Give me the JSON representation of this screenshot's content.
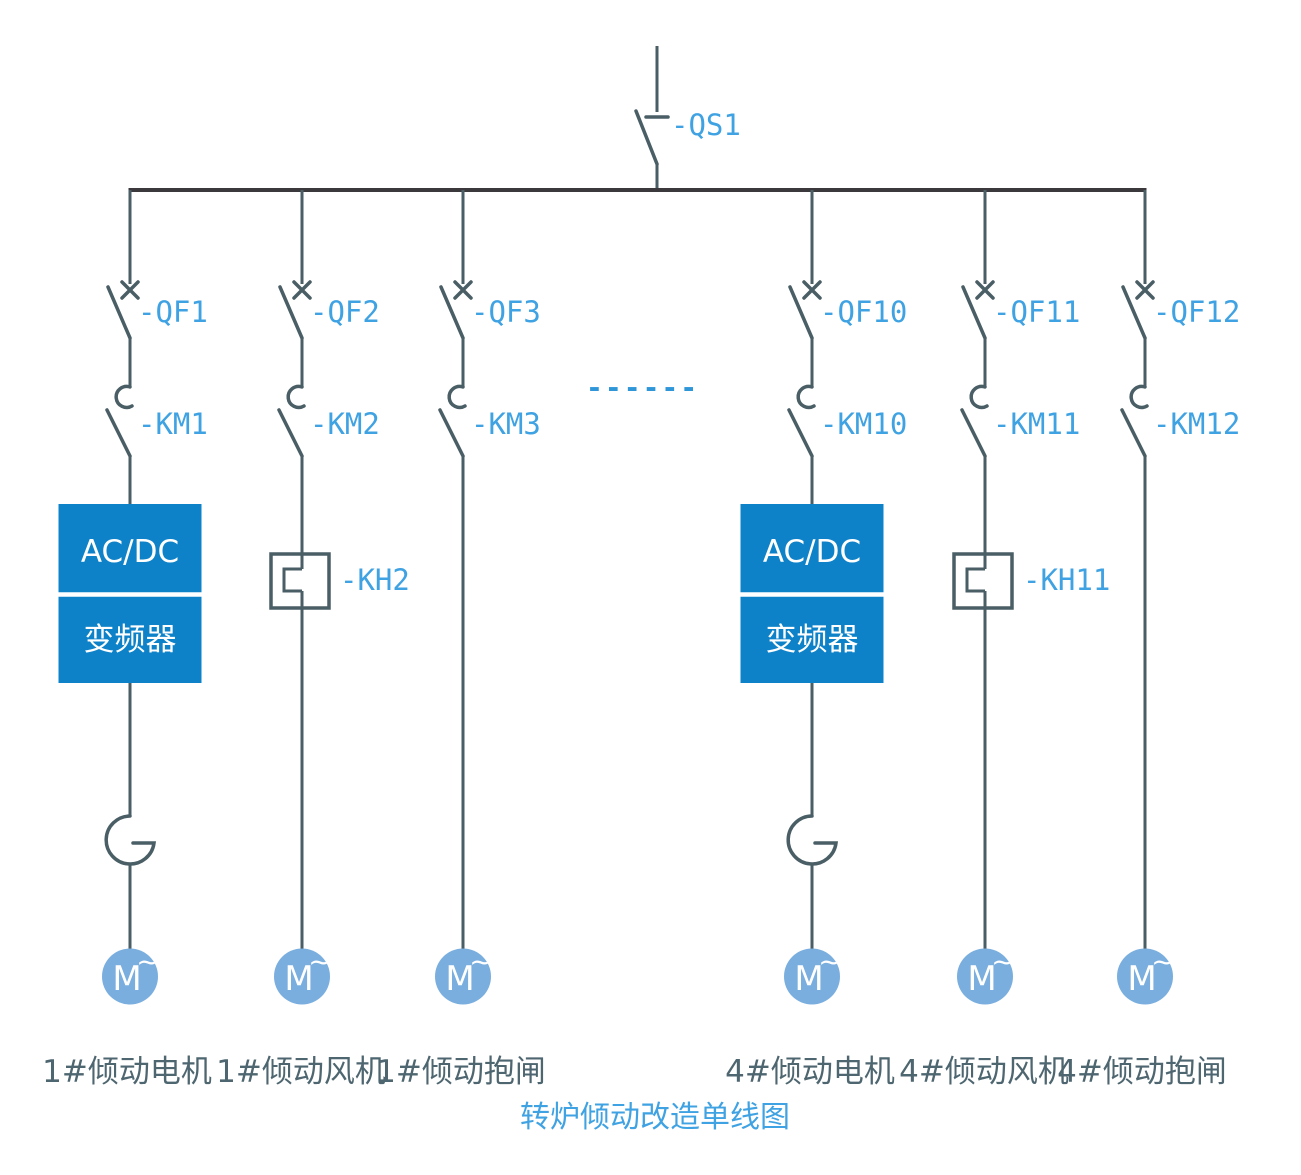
{
  "title": "转炉倾动改造单线图",
  "incoming_switch": {
    "label": "-QS1"
  },
  "ellipsis": "------",
  "motor": {
    "letter": "M",
    "accent": "~"
  },
  "branches": [
    {
      "breaker": "-QF1",
      "contactor": "-KM1",
      "converter": {
        "line1": "AC/DC",
        "line2": "变频器"
      },
      "caption": "1#倾动电机"
    },
    {
      "breaker": "-QF2",
      "contactor": "-KM2",
      "thermal_relay": "-KH2",
      "caption": "1#倾动风机"
    },
    {
      "breaker": "-QF3",
      "contactor": "-KM3",
      "caption": "1#倾动抱闸"
    },
    {
      "breaker": "-QF10",
      "contactor": "-KM10",
      "converter": {
        "line1": "AC/DC",
        "line2": "变频器"
      },
      "caption": "4#倾动电机"
    },
    {
      "breaker": "-QF11",
      "contactor": "-KM11",
      "thermal_relay": "-KH11",
      "caption": "4#倾动风机"
    },
    {
      "breaker": "-QF12",
      "contactor": "-KM12",
      "caption": "4#倾动抱闸"
    }
  ],
  "colors": {
    "line": "#4a5e66",
    "bus": "#3c393c",
    "label": "#3fa2e2",
    "box": "#0d82c8",
    "motor": "#79aede",
    "caption": "#4e6670",
    "dash": "#2f96d8"
  }
}
